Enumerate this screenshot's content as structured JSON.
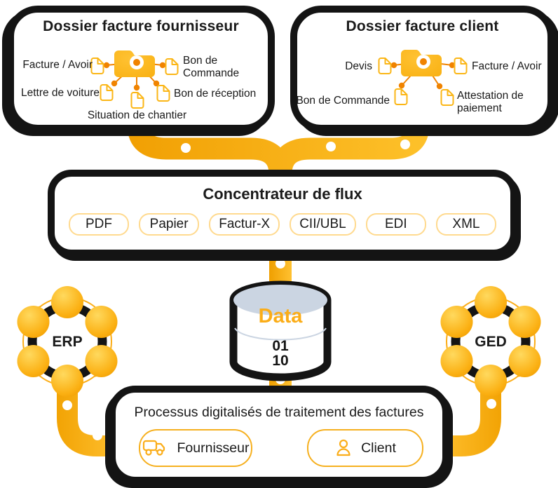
{
  "colors": {
    "yellow": "#FBAD18",
    "yellow_bright": "#FFC52F",
    "orange_deep": "#F09D00",
    "orange_accent": "#F08300",
    "pill_border": "#FFDA8F",
    "ink": "#141414",
    "cylinder_top": "#CBD5E2"
  },
  "supplier_box": {
    "title": "Dossier facture fournisseur",
    "docs": [
      "Facture / Avoir",
      "Bon de Commande",
      "Lettre de voiture",
      "Situation de chantier",
      "Bon de réception"
    ]
  },
  "client_box": {
    "title": "Dossier facture client",
    "docs": [
      "Devis",
      "Facture / Avoir",
      "Bon de Commande",
      "Attestation de paiement"
    ]
  },
  "hub": {
    "title": "Concentrateur de flux",
    "formats": [
      "PDF",
      "Papier",
      "Factur-X",
      "CII/UBL",
      "EDI",
      "XML"
    ]
  },
  "database": {
    "label": "Data",
    "binary_top": "01",
    "binary_bottom": "10"
  },
  "systems": {
    "erp": "ERP",
    "ged": "GED"
  },
  "process_box": {
    "title": "Processus digitalisés de traitement des factures",
    "supplier_button": "Fournisseur",
    "client_button": "Client"
  }
}
